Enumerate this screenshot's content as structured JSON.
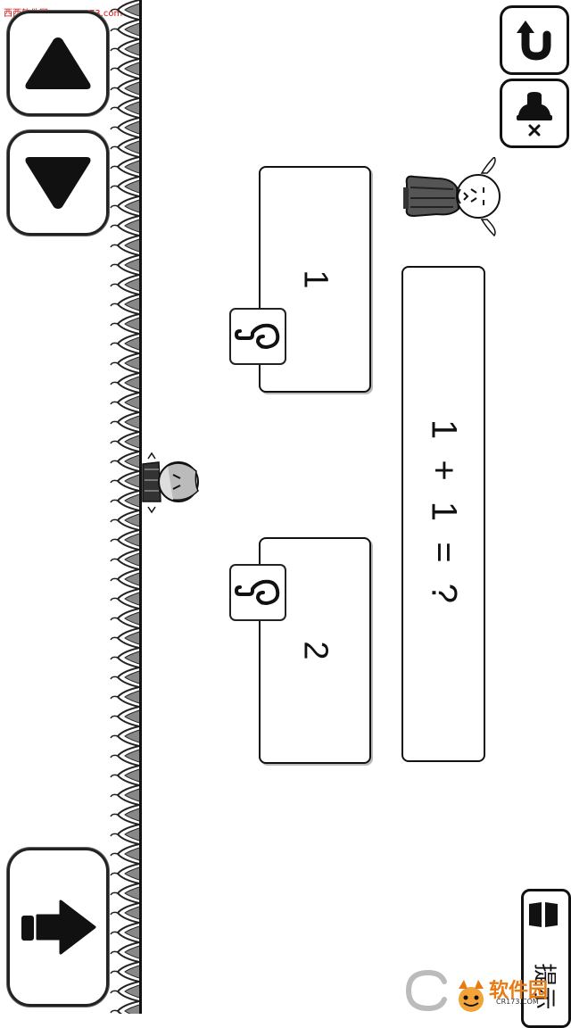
{
  "watermark": {
    "text": "西西软件园 www.cr173.com"
  },
  "controls": {
    "up_icon": "triangle-up-icon",
    "down_icon": "triangle-down-icon",
    "action_icon": "arrow-right-icon",
    "undo_icon": "undo-arrow-icon",
    "toggle_icon": "bell-off-icon"
  },
  "answers": [
    {
      "label": "1"
    },
    {
      "label": "2"
    }
  ],
  "question": {
    "text": "1 + 1 = ?"
  },
  "hint": {
    "label": "提示"
  },
  "brand": {
    "text": "软件园",
    "url": "CR173.COM"
  },
  "colors": {
    "ink": "#111111",
    "accent": "#e77a10",
    "watermark": "#dd1111"
  }
}
